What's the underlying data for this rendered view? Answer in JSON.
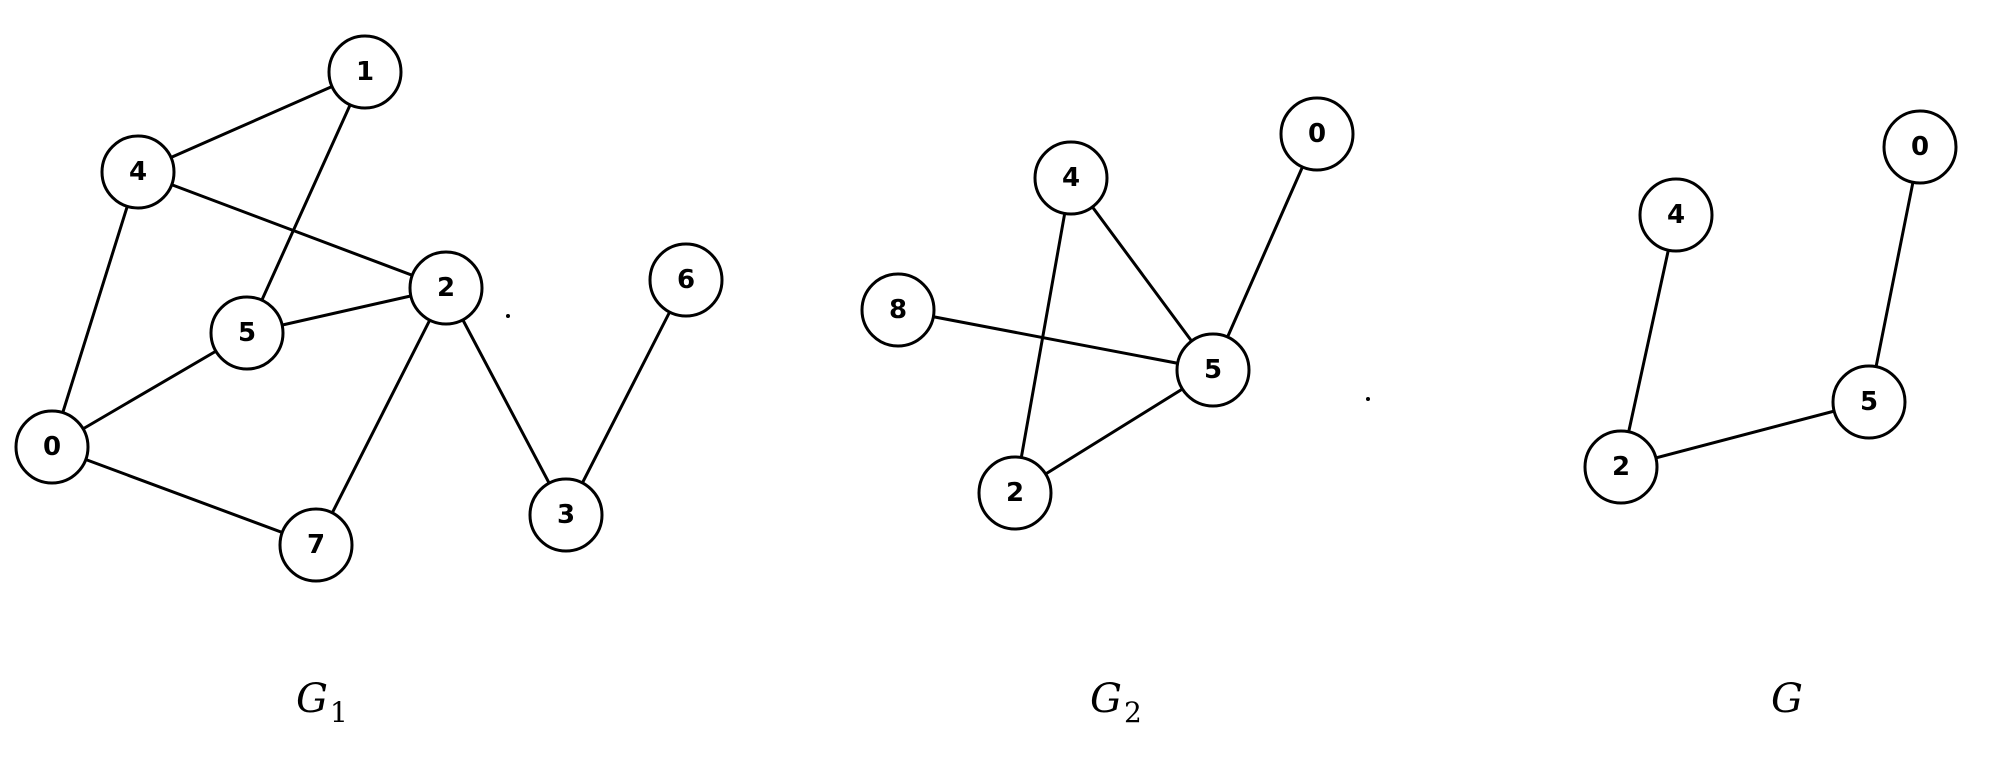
{
  "graphs": [
    {
      "id": "G1",
      "caption": "G",
      "caption_subscript": "1",
      "nodes": [
        {
          "id": "n1",
          "label": "1"
        },
        {
          "id": "n4",
          "label": "4"
        },
        {
          "id": "n2",
          "label": "2"
        },
        {
          "id": "n5",
          "label": "5"
        },
        {
          "id": "n6",
          "label": "6"
        },
        {
          "id": "n0",
          "label": "0"
        },
        {
          "id": "n3",
          "label": "3"
        },
        {
          "id": "n7",
          "label": "7"
        }
      ],
      "edges": [
        [
          "n4",
          "n1"
        ],
        [
          "n1",
          "n5"
        ],
        [
          "n4",
          "n2"
        ],
        [
          "n4",
          "n0"
        ],
        [
          "n5",
          "n2"
        ],
        [
          "n0",
          "n5"
        ],
        [
          "n0",
          "n7"
        ],
        [
          "n2",
          "n7"
        ],
        [
          "n2",
          "n3"
        ],
        [
          "n6",
          "n3"
        ]
      ]
    },
    {
      "id": "G2",
      "caption": "G",
      "caption_subscript": "2",
      "nodes": [
        {
          "id": "n4",
          "label": "4"
        },
        {
          "id": "n0",
          "label": "0"
        },
        {
          "id": "n8",
          "label": "8"
        },
        {
          "id": "n5",
          "label": "5"
        },
        {
          "id": "n2",
          "label": "2"
        }
      ],
      "edges": [
        [
          "n4",
          "n5"
        ],
        [
          "n4",
          "n2"
        ],
        [
          "n8",
          "n5"
        ],
        [
          "n2",
          "n5"
        ],
        [
          "n5",
          "n0"
        ]
      ]
    },
    {
      "id": "G",
      "caption": "G",
      "caption_subscript": "",
      "nodes": [
        {
          "id": "n0",
          "label": "0"
        },
        {
          "id": "n4",
          "label": "4"
        },
        {
          "id": "n5",
          "label": "5"
        },
        {
          "id": "n2",
          "label": "2"
        }
      ],
      "edges": [
        [
          "n4",
          "n2"
        ],
        [
          "n2",
          "n5"
        ],
        [
          "n5",
          "n0"
        ]
      ]
    }
  ]
}
